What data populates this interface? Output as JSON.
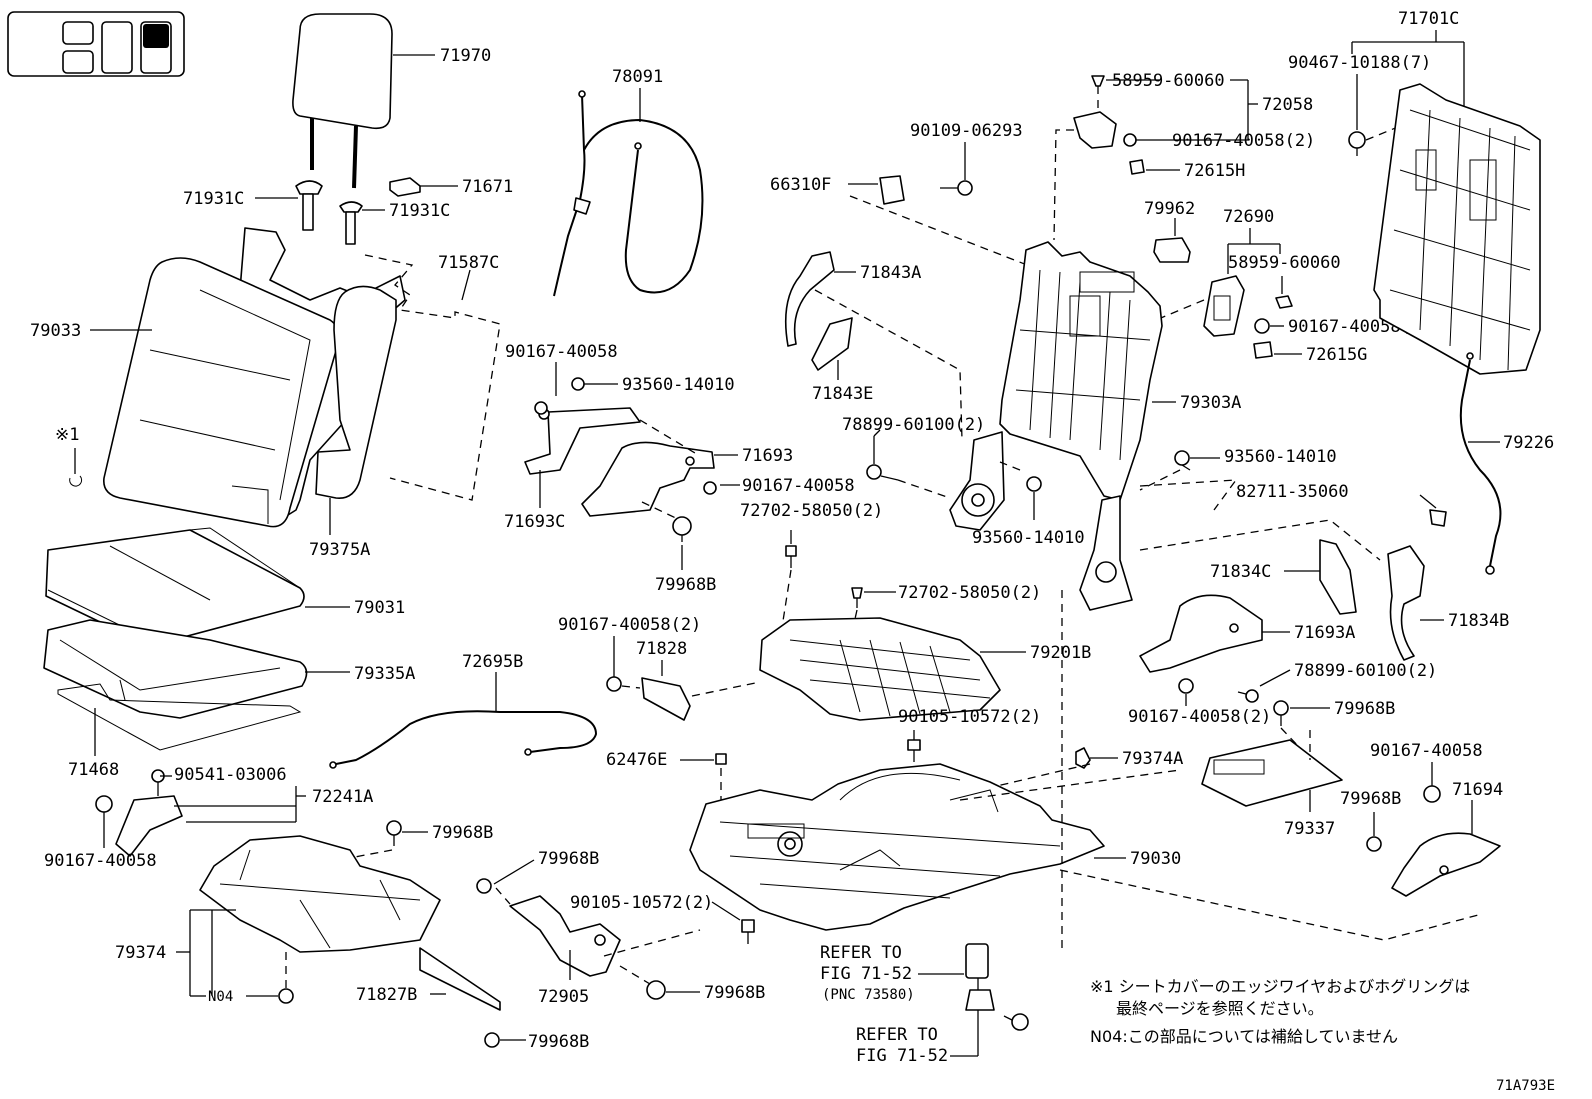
{
  "figure_code": "71A793E",
  "labels": {
    "l71970": "71970",
    "l78091": "78091",
    "l71931c_a": "71931C",
    "l71931c_b": "71931C",
    "l71671": "71671",
    "l71587c": "71587C",
    "l79033": "79033",
    "ref1": "※1",
    "l79375a": "79375A",
    "l79031": "79031",
    "l79335a": "79335A",
    "l71468": "71468",
    "l90167_40058_a": "90167-40058",
    "l93560_14010_a": "93560-14010",
    "l71693": "71693",
    "l90167_40058_b": "90167-40058",
    "l71693c": "71693C",
    "l72702_58050_a": "72702-58050(2)",
    "l79968b_a": "79968B",
    "l66310f": "66310F",
    "l90109_06293": "90109-06293",
    "l71843a": "71843A",
    "l71843e": "71843E",
    "l58959_60060_a": "58959-60060",
    "l72058": "72058",
    "l90167_40058_2a": "90167-40058(2)",
    "l72615h": "72615H",
    "l79962": "79962",
    "l72690": "72690",
    "l58959_60060_b": "58959-60060",
    "l90167_40058_2b": "90167-40058(2)",
    "l72615g": "72615G",
    "l79303a": "79303A",
    "l78899_60100_a": "78899-60100(2)",
    "l93560_14010_b": "93560-14010",
    "l93560_14010_c": "93560-14010",
    "l71701c": "71701C",
    "l90467_10188": "90467-10188(7)",
    "l79226": "79226",
    "l82711_35060": "82711-35060",
    "l71834c": "71834C",
    "l71834b": "71834B",
    "l71693a": "71693A",
    "l78899_60100_b": "78899-60100(2)",
    "l90167_40058_2c": "90167-40058(2)",
    "l72702_58050_b": "72702-58050(2)",
    "l90167_40058_2d": "90167-40058(2)",
    "l71828": "71828",
    "l79201b": "79201B",
    "l90105_10572_a": "90105-10572(2)",
    "l72695b": "72695B",
    "l62476e": "62476E",
    "l79374a": "79374A",
    "l79968b_b": "79968B",
    "l79337": "79337",
    "l90167_40058_c": "90167-40058",
    "l71694": "71694",
    "l79968b_c": "79968B",
    "l90541_03006": "90541-03006",
    "l72241a": "72241A",
    "l90167_40058_d": "90167-40058",
    "l79968b_d": "79968B",
    "l79968b_e": "79968B",
    "l90105_10572_b": "90105-10572(2)",
    "l79030": "79030",
    "l79374": "79374",
    "n04": "N04",
    "l71827b": "71827B",
    "l72905": "72905",
    "l79968b_f": "79968B",
    "l79968b_g": "79968B",
    "refer1_a": "REFER TO",
    "refer1_b": "FIG 71-52",
    "refer1_c": "(PNC 73580)",
    "refer2_a": "REFER TO",
    "refer2_b": "FIG 71-52"
  },
  "notes": {
    "note1_line1": "※1 シートカバーのエッジワイヤおよびホグリングは",
    "note1_line2": "最終ページを参照ください。",
    "note2": "N04:この部品については補給していません"
  },
  "icons": {
    "seat_selector": "seat-position-selector-icon"
  }
}
